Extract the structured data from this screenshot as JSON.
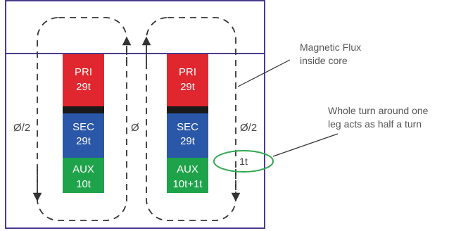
{
  "left_coil": {
    "pri": {
      "name": "PRI",
      "turns": "29t"
    },
    "sec": {
      "name": "SEC",
      "turns": "29t"
    },
    "aux": {
      "name": "AUX",
      "turns": "10t"
    }
  },
  "right_coil": {
    "pri": {
      "name": "PRI",
      "turns": "29t"
    },
    "sec": {
      "name": "SEC",
      "turns": "29t"
    },
    "aux": {
      "name": "AUX",
      "turns": "10t+1t"
    }
  },
  "flux": {
    "left_leg": "Ø/2",
    "center_leg": "Ø",
    "right_leg": "Ø/2"
  },
  "extra_turn": {
    "label": "1t"
  },
  "annotations": {
    "magnetic_flux_line1": "Magnetic Flux",
    "magnetic_flux_line2": "inside core",
    "half_turn_line1": "Whole turn around one",
    "half_turn_line2": "leg acts as half a turn"
  },
  "colors": {
    "core_outline": "#4b3b8c",
    "pri": "#e0262e",
    "sec": "#2a57a8",
    "aux": "#1ea24a",
    "separator": "#1a1a1a",
    "extra_turn_ellipse": "#33a852",
    "text_dark": "#555555"
  }
}
